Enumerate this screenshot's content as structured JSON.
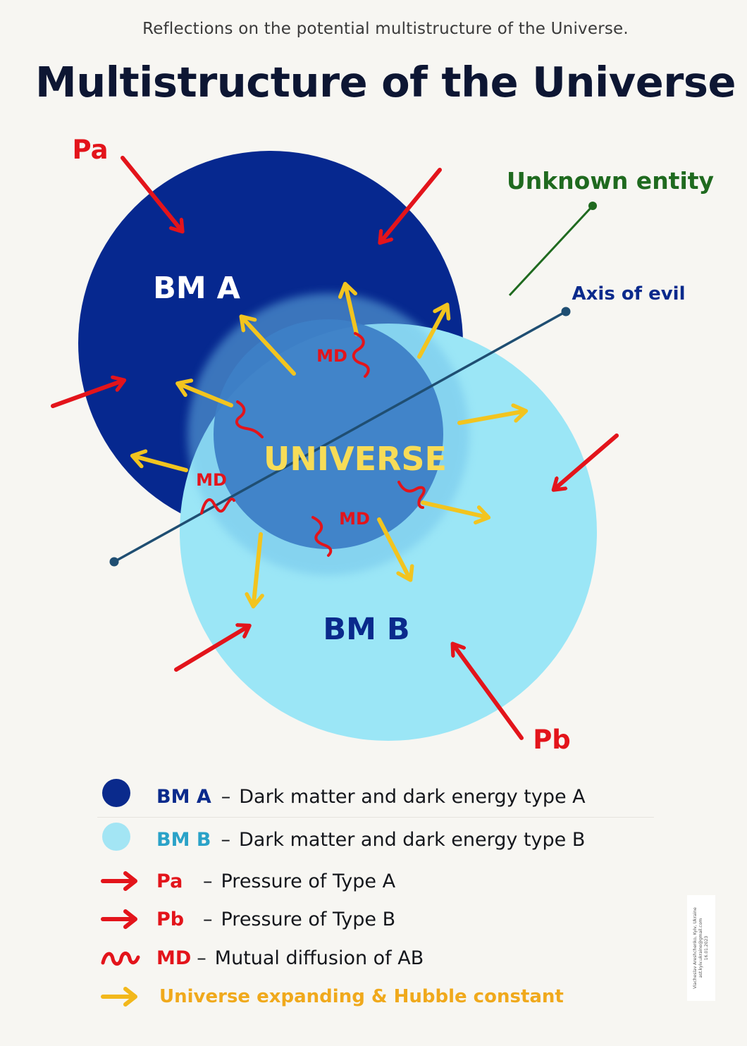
{
  "header": {
    "subtitle": "Reflections on the potential multistructure of the Universe.",
    "title": "Multistructure of the Universe"
  },
  "diagram": {
    "bm_a_label": "BM A",
    "bm_b_label": "BM B",
    "universe_label": "UNIVERSE",
    "pa_label": "Pa",
    "pb_label": "Pb",
    "unknown_entity_label": "Unknown entity",
    "axis_of_evil_label": "Axis of evil",
    "md_label": "MD",
    "colors": {
      "bm_a": "#06288f",
      "bm_b": "#9be6f6",
      "universe": "#3d7fc6",
      "pressure_arrow": "#e3141b",
      "expansion_arrow": "#f2c41f",
      "unknown_entity": "#1f6a1f",
      "axis_of_evil": "#1f4e72"
    }
  },
  "legend": {
    "items": [
      {
        "key": "BM  A",
        "desc": "Dark matter and dark energy type A",
        "key_color": "#0a2a8c",
        "icon": "dark-blue-circle"
      },
      {
        "key": "BM  B",
        "desc": "Dark matter and dark energy type B",
        "key_color": "#2aa2c8",
        "icon": "light-blue-circle"
      },
      {
        "key": "Pa",
        "desc": "Pressure of Type A",
        "key_color": "#e3141b",
        "icon": "red-arrow"
      },
      {
        "key": "Pb",
        "desc": "Pressure of Type B",
        "key_color": "#e3141b",
        "icon": "red-arrow"
      },
      {
        "key": "MD",
        "desc": "Mutual diffusion of AB",
        "key_color": "#e3141b",
        "icon": "red-wave"
      },
      {
        "key": "",
        "desc": "Universe expanding & Hubble constant",
        "key_color": "#f0a91c",
        "icon": "yellow-arrow"
      }
    ]
  },
  "signature": {
    "line1": "Viacheslav Areshchenko, Kyiv, Ukraine",
    "line2": "ast.kyiv.ukraine@gmail.com",
    "line3": "16.01.2023"
  }
}
